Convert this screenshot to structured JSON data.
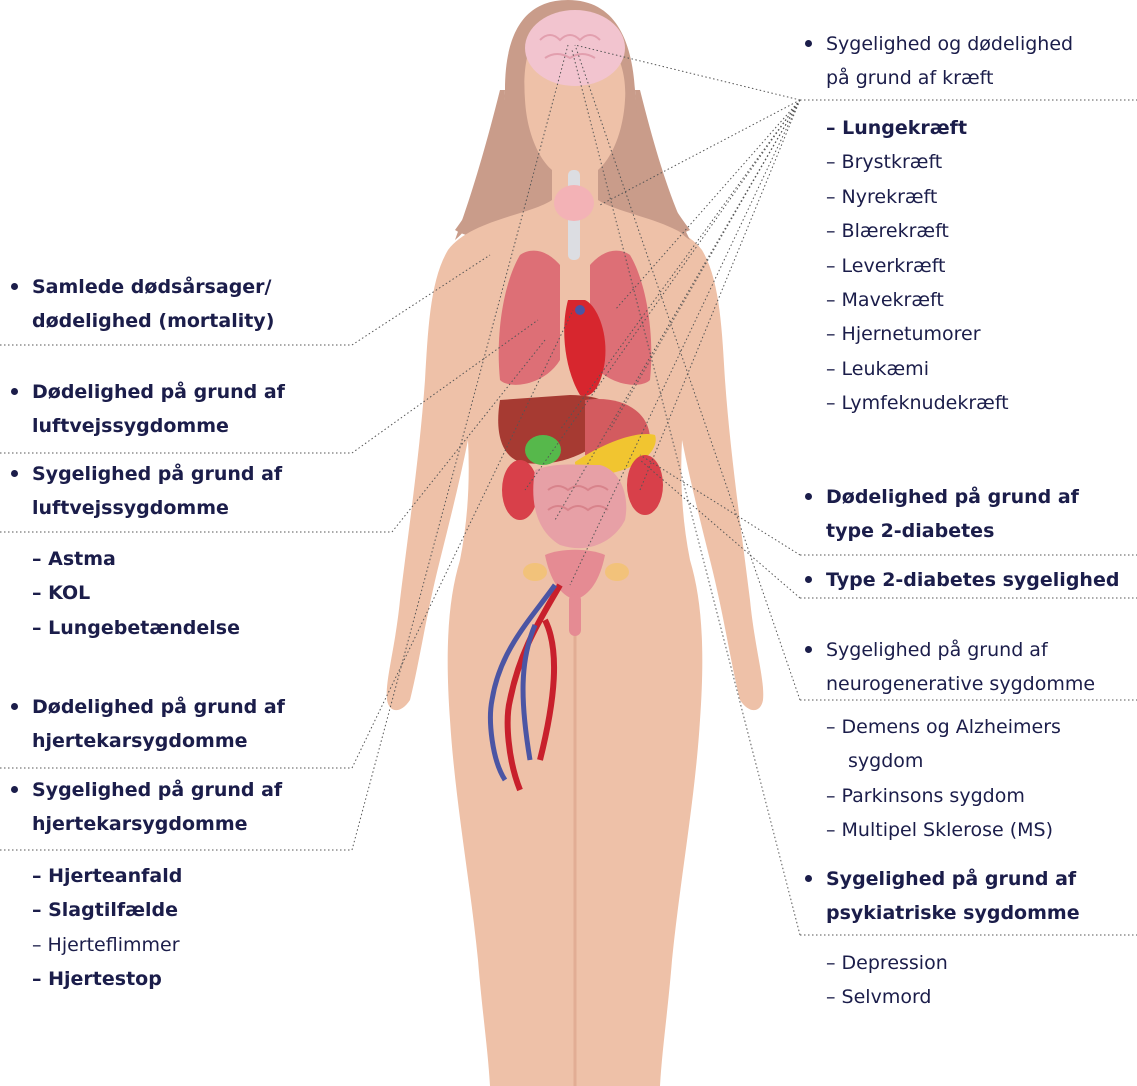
{
  "left": {
    "mortality": [
      "Samlede dødsårsager/",
      "dødelighed (mortality)"
    ],
    "resp_death": [
      "Dødelighed på grund af",
      "luftvejssygdomme"
    ],
    "resp_morb": [
      "Sygelighed på grund af",
      "luftvejssygdomme"
    ],
    "resp_items": [
      "– Astma",
      "– KOL",
      "– Lungebetændelse"
    ],
    "cv_death": [
      "Dødelighed på grund af",
      "hjertekarsygdomme"
    ],
    "cv_morb": [
      "Sygelighed på grund af",
      "hjertekarsygdomme"
    ],
    "cv_items": [
      {
        "text": "– Hjerteanfald",
        "bold": true
      },
      {
        "text": "– Slagtilfælde",
        "bold": true
      },
      {
        "text": "– Hjerteflimmer",
        "bold": false
      },
      {
        "text": "– Hjertestop",
        "bold": true
      }
    ]
  },
  "right": {
    "cancer": [
      "Sygelighed og dødelighed",
      "på grund af kræft"
    ],
    "cancer_items": [
      {
        "text": "– Lungekræft",
        "bold": true
      },
      {
        "text": "– Brystkræft",
        "bold": false
      },
      {
        "text": "– Nyrekræft",
        "bold": false
      },
      {
        "text": "– Blærekræft",
        "bold": false
      },
      {
        "text": "– Leverkræft",
        "bold": false
      },
      {
        "text": "– Mavekræft",
        "bold": false
      },
      {
        "text": "– Hjernetumorer",
        "bold": false
      },
      {
        "text": "– Leukæmi",
        "bold": false
      },
      {
        "text": "– Lymfeknudekræft",
        "bold": false
      }
    ],
    "diabetes_death": [
      "Dødelighed på grund af",
      "type 2-diabetes"
    ],
    "diabetes_morb": "Type 2-diabetes sygelighed",
    "neuro": [
      "Sygelighed på grund af",
      "neurogenerative sygdomme"
    ],
    "neuro_items": [
      "– Demens og Alzheimers",
      "sygdom",
      "– Parkinsons sygdom",
      "– Multipel Sklerose (MS)"
    ],
    "psych": [
      "Sygelighed på grund af",
      "psykiatriske sygdomme"
    ],
    "psych_items": [
      "– Depression",
      "– Selvmord"
    ]
  },
  "colors": {
    "text": "#1b1d4a",
    "skin": "#eec1a8",
    "skin_shadow": "#e2ad94",
    "hair": "#c99c8a",
    "lung": "#dd6f76",
    "heart": "#d7262e",
    "liver": "#a63a32",
    "gallbladder": "#56b84b",
    "pancreas": "#f1c530",
    "intestine": "#e7a0a6",
    "vein": "#4b55a4",
    "artery": "#c8202c"
  }
}
